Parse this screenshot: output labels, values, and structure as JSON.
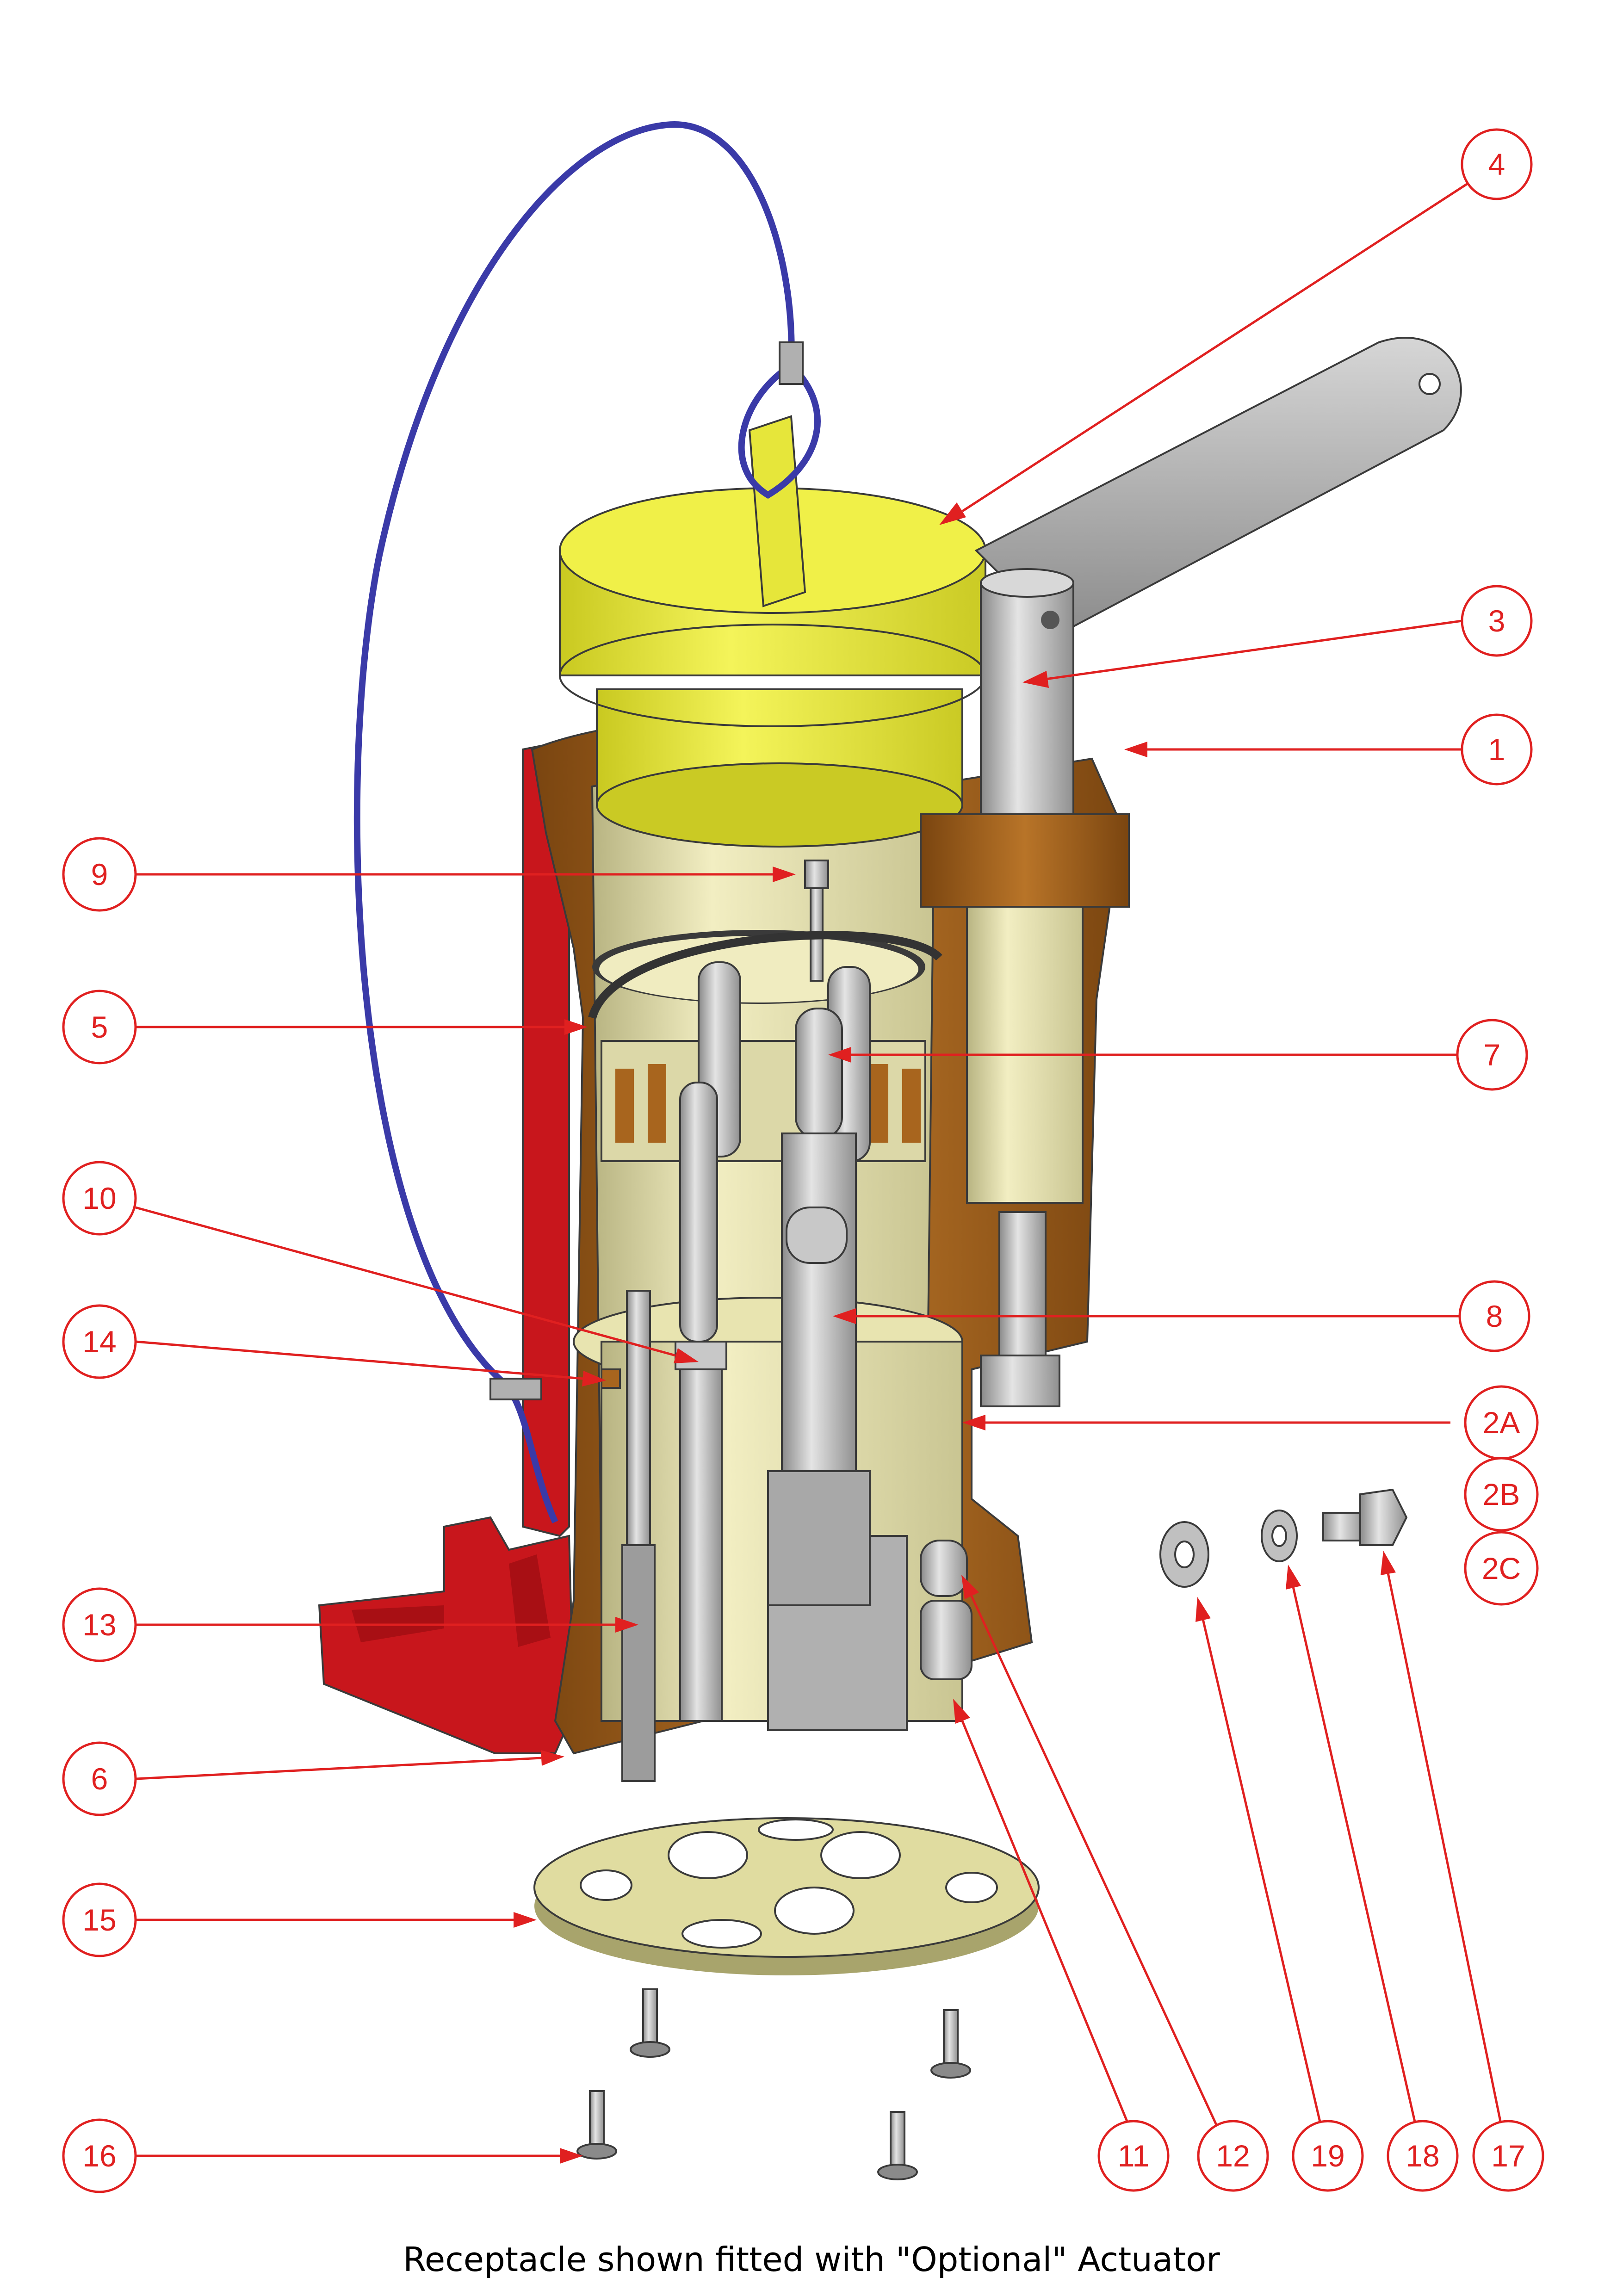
{
  "caption": "Receptacle shown fitted with \"Optional\" Actuator",
  "colors": {
    "callout": "#e02020",
    "cap_yellow": "#e6e63a",
    "housing_red": "#c8161c",
    "bronze": "#a8651e",
    "cream": "#ece8b4",
    "steel": "#b4b4b4",
    "lanyard_blue": "#3a3aa8",
    "plate_tan": "#e0dca0"
  },
  "callouts": [
    {
      "id": "4",
      "label": "4"
    },
    {
      "id": "3",
      "label": "3"
    },
    {
      "id": "1",
      "label": "1"
    },
    {
      "id": "9",
      "label": "9"
    },
    {
      "id": "5",
      "label": "5"
    },
    {
      "id": "7",
      "label": "7"
    },
    {
      "id": "10",
      "label": "10"
    },
    {
      "id": "8",
      "label": "8"
    },
    {
      "id": "14",
      "label": "14"
    },
    {
      "id": "2A",
      "label": "2A"
    },
    {
      "id": "2B",
      "label": "2B"
    },
    {
      "id": "2C",
      "label": "2C"
    },
    {
      "id": "13",
      "label": "13"
    },
    {
      "id": "6",
      "label": "6"
    },
    {
      "id": "15",
      "label": "15"
    },
    {
      "id": "16",
      "label": "16"
    },
    {
      "id": "11",
      "label": "11"
    },
    {
      "id": "12",
      "label": "12"
    },
    {
      "id": "19",
      "label": "19"
    },
    {
      "id": "18",
      "label": "18"
    },
    {
      "id": "17",
      "label": "17"
    }
  ]
}
